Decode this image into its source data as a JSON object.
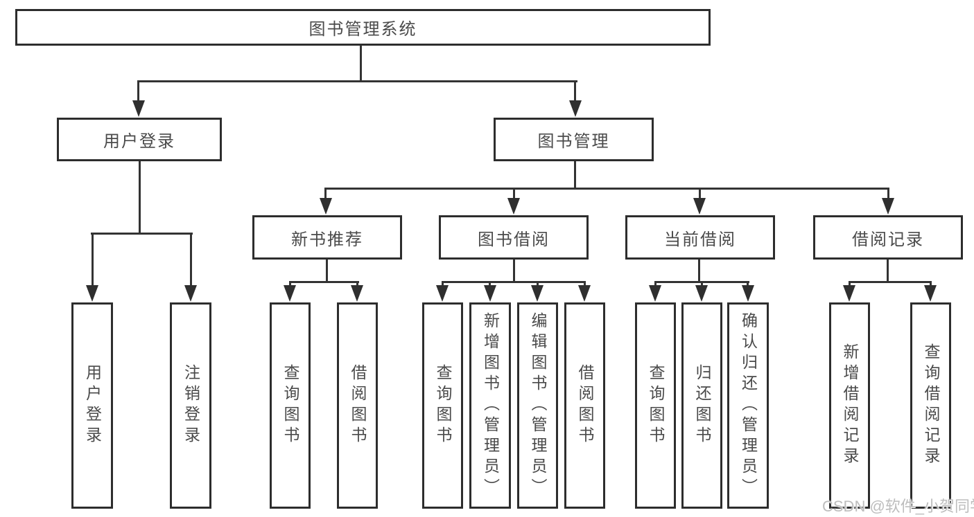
{
  "diagram": {
    "root": {
      "label": "图书管理系统"
    },
    "branches": [
      {
        "label": "用户登录",
        "children": [
          {
            "label": "用户登录"
          },
          {
            "label": "注销登录"
          }
        ]
      },
      {
        "label": "图书管理",
        "children": [
          {
            "label": "新书推荐",
            "children": [
              {
                "label": "查询图书"
              },
              {
                "label": "借阅图书"
              }
            ]
          },
          {
            "label": "图书借阅",
            "children": [
              {
                "label": "查询图书"
              },
              {
                "label": "新增图书（管理员）"
              },
              {
                "label": "编辑图书（管理员）"
              },
              {
                "label": "借阅图书"
              }
            ]
          },
          {
            "label": "当前借阅",
            "children": [
              {
                "label": "查询图书"
              },
              {
                "label": "归还图书"
              },
              {
                "label": "确认归还（管理员）"
              }
            ]
          },
          {
            "label": "借阅记录",
            "children": [
              {
                "label": "新增借阅记录"
              },
              {
                "label": "查询借阅记录"
              }
            ]
          }
        ]
      }
    ]
  },
  "watermark": {
    "text": "CSDN @软件_小贺同学"
  },
  "colors": {
    "line": "#333333",
    "border": "#2d2d2d",
    "text": "#4a4a4a",
    "watermark": "#bdbdbd"
  }
}
